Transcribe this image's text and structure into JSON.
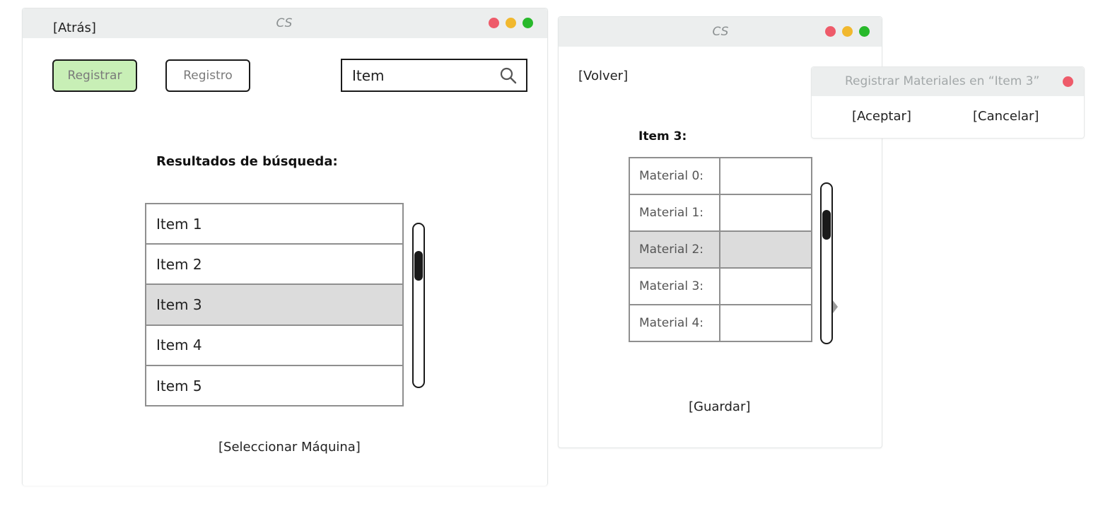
{
  "search_window": {
    "title": "CS",
    "back_link": "[Atrás]",
    "register_button": "Registrar",
    "records_button": "Registro",
    "search": {
      "value": "Item",
      "icon": "search-icon"
    },
    "results_heading": "Resultados de búsqueda:",
    "items": [
      "Item 1",
      "Item 2",
      "Item 3",
      "Item 4",
      "Item 5"
    ],
    "selected_index": 2,
    "select_link": "[Seleccionar Máquina]",
    "scroll_position": 0.2
  },
  "materials_window": {
    "title": "CS",
    "back_link": "[Volver]",
    "item_heading": "Item 3:",
    "materials": [
      {
        "label": "Material 0:",
        "value": ""
      },
      {
        "label": "Material 1:",
        "value": ""
      },
      {
        "label": "Material 2:",
        "value": ""
      },
      {
        "label": "Material 3:",
        "value": ""
      },
      {
        "label": "Material 4:",
        "value": ""
      }
    ],
    "selected_index": 2,
    "save_link": "[Guardar]",
    "scroll_position": 0.2
  },
  "dialog": {
    "title": "Registrar Materiales en “Item 3”",
    "accept_link": "[Aceptar]",
    "cancel_link": "[Cancelar]"
  },
  "colors": {
    "primary_button": "#c8efb6",
    "selected_row": "#dcdcdc",
    "window_close": "#ee5b6a",
    "window_minimize": "#f1b82e",
    "window_maximize": "#28b92b"
  }
}
